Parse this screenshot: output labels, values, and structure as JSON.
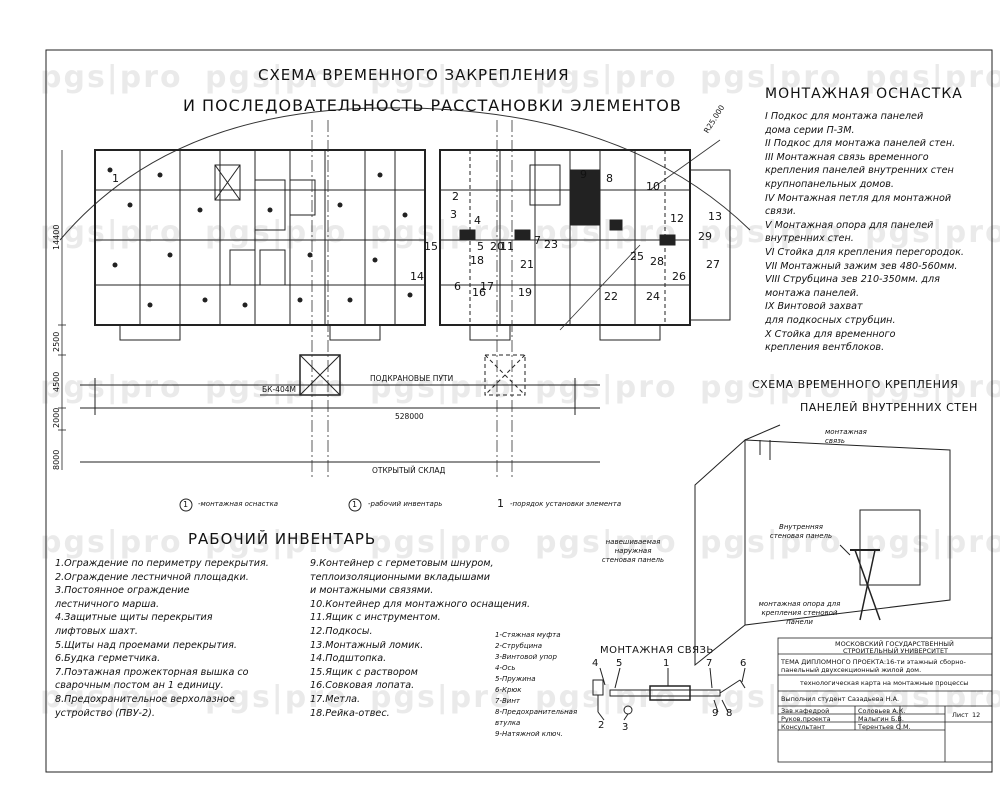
{
  "watermark": "pgs|pro",
  "main_title": {
    "line1": "СХЕМА ВРЕМЕННОГО ЗАКРЕПЛЕНИЯ",
    "line2": "И ПОСЛЕДОВАТЕЛЬНОСТЬ РАССТАНОВКИ ЭЛЕМЕНТОВ"
  },
  "plan": {
    "dim_radius": "R25.000",
    "dim_left_upper": "14400",
    "dim_left_a": "2500",
    "dim_left_b": "4500",
    "dim_left_c": "2000",
    "dim_left_d": "8000",
    "crane_label": "БК-404М",
    "crane_tracks": "ПОДКРАНОВЫЕ ПУТИ",
    "track_length": "528000",
    "warehouse": "ОТКРЫТЫЙ СКЛАД",
    "numbers": [
      "1",
      "2",
      "3",
      "4",
      "5",
      "6",
      "7",
      "8",
      "9",
      "10",
      "11",
      "12",
      "13",
      "14",
      "15",
      "16",
      "17",
      "18",
      "19",
      "20",
      "21",
      "22",
      "23",
      "24",
      "25",
      "26",
      "27",
      "28",
      "29"
    ]
  },
  "legend": {
    "item1_symbol": "1",
    "item1_text": "-монтажная оснастка",
    "item2_symbol": "1",
    "item2_text": "-рабочий инвентарь",
    "item3_symbol": "1",
    "item3_text": "-порядок установки элемента"
  },
  "rigging": {
    "title": "МОНТАЖНАЯ ОСНАСТКА",
    "items": [
      "I Подкос для монтажа панелей",
      "  дома серии П-3М.",
      "II Подкос для монтажа панелей стен.",
      "III Монтажная связь временного",
      "  крепления панелей внутренних стен",
      "  крупнопанельных домов.",
      "IV Монтажная петля для монтажной",
      "  связи.",
      "V Монтажная опора для панелей",
      "  внутренних стен.",
      "VI Стойка для крепления перегородок.",
      "VII Монтажный зажим зев 480-560мм.",
      "VIII Струбцина зев 210-350мм. для",
      "  монтажа панелей.",
      "IX Винтовой захват",
      "  для подкосных струбцин.",
      "X Стойка для временного",
      "  крепления вентблоков."
    ]
  },
  "temp_fix": {
    "title1": "СХЕМА ВРЕМЕННОГО КРЕПЛЕНИЯ",
    "title2": "ПАНЕЛЕЙ ВНУТРЕННИХ СТЕН",
    "label_link": "монтажная связь",
    "label_inner": "Внутренняя стеновая панель",
    "label_outer": "навешиваемая наружная стеновая панель",
    "label_support": "монтажная опора для крепления стеновой панели"
  },
  "inventory": {
    "title": "РАБОЧИЙ ИНВЕНТАРЬ",
    "col1": [
      "1.Ограждение по периметру перекрытия.",
      "2.Ограждение лестничной площадки.",
      "3.Постоянное ограждение",
      "   лестничного марша.",
      "4.Защитные щиты перекрытия",
      "   лифтовых шахт.",
      "5.Щиты над проемами перекрытия.",
      "6.Будка герметчика.",
      "7.Поэтажная прожекторная вышка со",
      "   сварочным постом ан 1 единицу.",
      "8.Предохранительное верхолазное",
      "   устройство (ПВУ-2)."
    ],
    "col2": [
      "9.Контейнер с герметовым шнуром,",
      "   теплоизоляционными вкладышами",
      "   и монтажными связями.",
      "10.Контейнер для монтажного оснащения.",
      "11.Ящик с инструментом.",
      "12.Подкосы.",
      "13.Монтажный ломик.",
      "14.Подштопка.",
      "15.Ящик с раствором",
      "16.Совковая лопата.",
      "17.Метла.",
      "18.Рейка-отвес."
    ]
  },
  "link_detail": {
    "title": "МОНТАЖНАЯ СВЯЗЬ",
    "parts": [
      "1-Стяжная муфта",
      "2-Струбцина",
      "3-Винтовой упор",
      "4-Ось",
      "5-Пружина",
      "6-Крюк",
      "7-Винт",
      "8-Предохранительная",
      "   втулка",
      "9-Натяжной ключ."
    ],
    "callouts": [
      "4",
      "5",
      "1",
      "7",
      "6",
      "2",
      "3",
      "9",
      "8"
    ]
  },
  "title_block": {
    "university_1": "МОСКОВСКИЙ ГОСУДАРСТВЕННЫЙ",
    "university_2": "СТРОИТЕЛЬНЫЙ УНИВЕРСИТЕТ",
    "topic_1": "ТЕМА ДИПЛОМНОГО ПРОЕКТА:16-ти этажный сборно-",
    "topic_2": "панельный двухсекционный жилой дом.",
    "sheet_topic": "технологическая карта на монтажные процессы",
    "student": "Выполнил студент Сазадьева Н.А.",
    "rows": [
      {
        "role": "Зав.кафедрой",
        "name": "Соловьев А.К."
      },
      {
        "role": "Руков.проекта",
        "name": "Малыгин Б.В."
      },
      {
        "role": "Консультант",
        "name": "Терентьев О.М."
      }
    ],
    "sheet_label": "Лист",
    "sheet_number": "12"
  }
}
